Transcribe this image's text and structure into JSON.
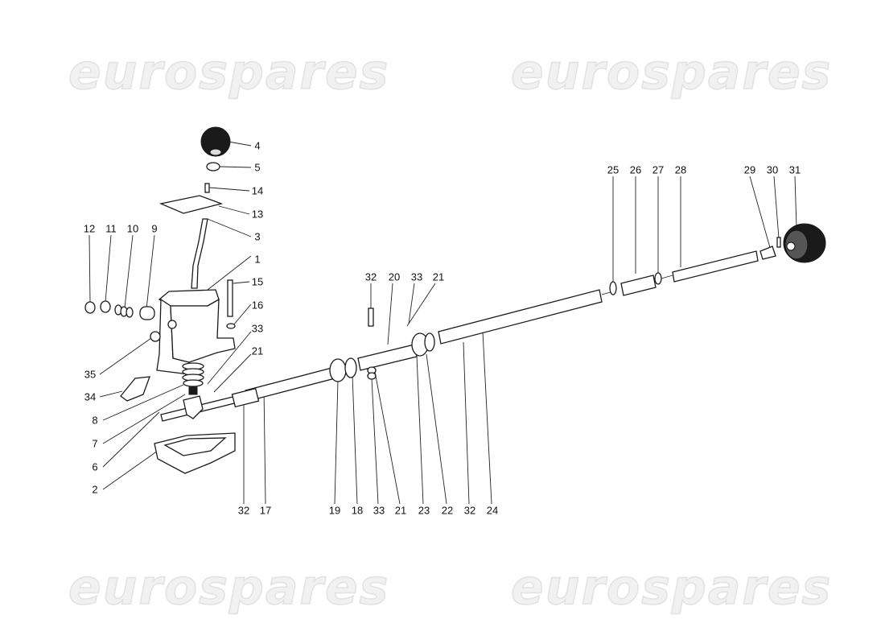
{
  "watermarks": [
    "eurospares",
    "eurospares",
    "eurospares",
    "eurospares"
  ],
  "callouts": [
    {
      "label": "4",
      "part": "gear-knob"
    },
    {
      "label": "5",
      "part": "knob-nut"
    },
    {
      "label": "14",
      "part": "plate-screw"
    },
    {
      "label": "13",
      "part": "gate-plate"
    },
    {
      "label": "3",
      "part": "gear-lever"
    },
    {
      "label": "1",
      "part": "lever-housing"
    },
    {
      "label": "15",
      "part": "housing-bolt"
    },
    {
      "label": "16",
      "part": "washer"
    },
    {
      "label": "33",
      "part": "nut"
    },
    {
      "label": "21",
      "part": "washer"
    },
    {
      "label": "12",
      "part": "circlip"
    },
    {
      "label": "11",
      "part": "ring"
    },
    {
      "label": "10",
      "part": "spring"
    },
    {
      "label": "9",
      "part": "bush"
    },
    {
      "label": "35",
      "part": "seal"
    },
    {
      "label": "34",
      "part": "switch"
    },
    {
      "label": "8",
      "part": "spring"
    },
    {
      "label": "7",
      "part": "bush"
    },
    {
      "label": "6",
      "part": "shaft"
    },
    {
      "label": "2",
      "part": "lower-cover"
    },
    {
      "label": "32",
      "part": "bolt"
    },
    {
      "label": "20",
      "part": "joint"
    },
    {
      "label": "33",
      "part": "nut"
    },
    {
      "label": "21",
      "part": "washer"
    },
    {
      "label": "25",
      "part": "nut"
    },
    {
      "label": "26",
      "part": "coupling"
    },
    {
      "label": "27",
      "part": "nut"
    },
    {
      "label": "28",
      "part": "rod"
    },
    {
      "label": "29",
      "part": "fork"
    },
    {
      "label": "30",
      "part": "pin"
    },
    {
      "label": "31",
      "part": "rubber-boot"
    },
    {
      "label": "32",
      "part": "bolt"
    },
    {
      "label": "17",
      "part": "front-shaft"
    },
    {
      "label": "19",
      "part": "support"
    },
    {
      "label": "18",
      "part": "bearing"
    },
    {
      "label": "33",
      "part": "nut"
    },
    {
      "label": "21",
      "part": "washer"
    },
    {
      "label": "23",
      "part": "support"
    },
    {
      "label": "22",
      "part": "bearing"
    },
    {
      "label": "32",
      "part": "bolt"
    },
    {
      "label": "24",
      "part": "rear-shaft"
    }
  ]
}
